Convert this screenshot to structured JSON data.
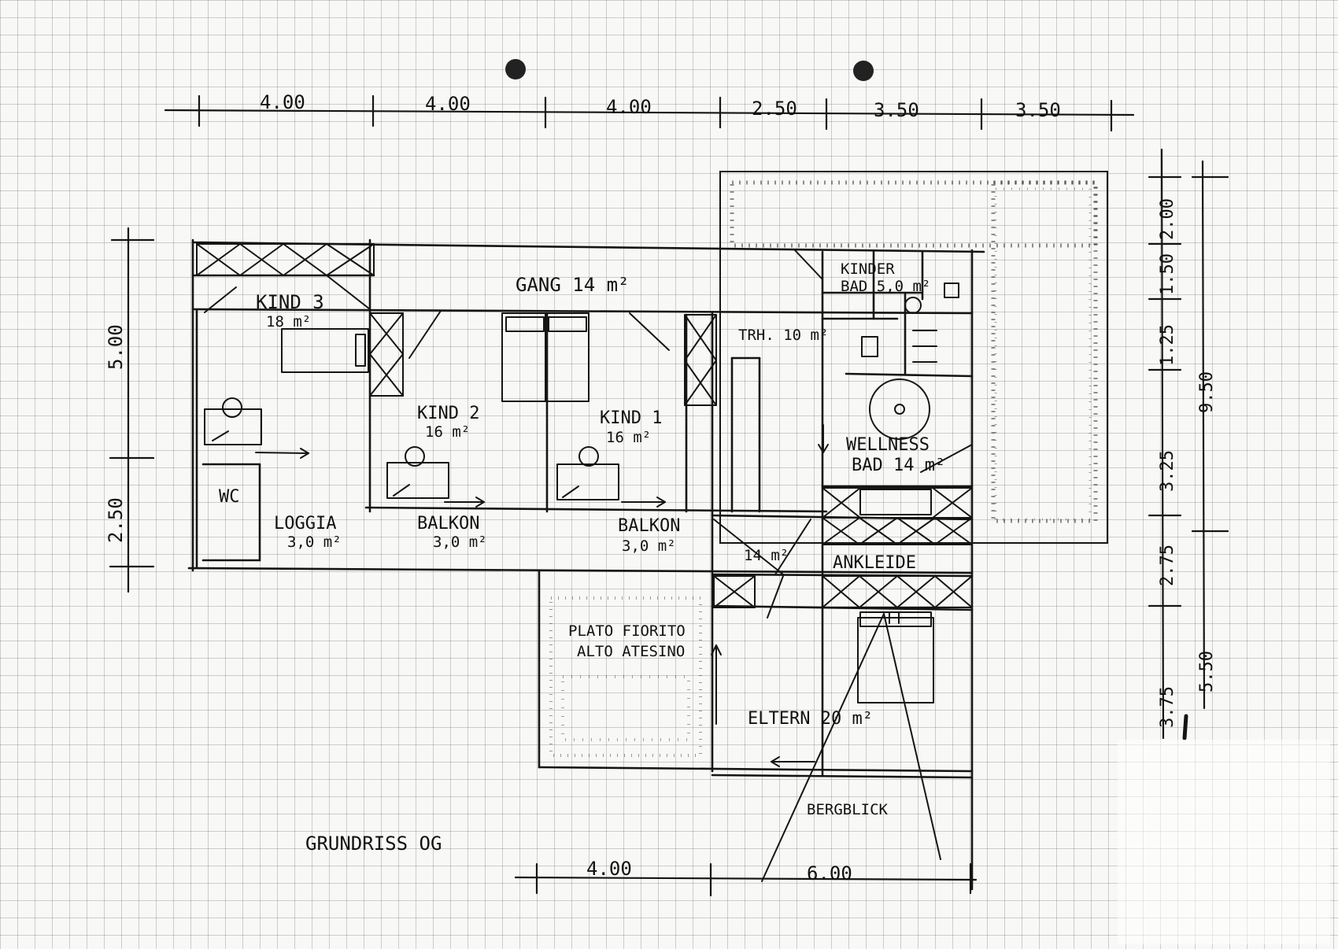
{
  "title": "GRUNDRISS OG",
  "dimensions": {
    "top": [
      "4.00",
      "4.00",
      "4.00",
      "2.50",
      "3.50",
      "3.50"
    ],
    "bottom": [
      "4.00",
      "6.00"
    ],
    "left": [
      "5.00",
      "2.50"
    ],
    "right_inner": [
      "2.00",
      "1.50",
      "1.25",
      "3.25",
      "2.75",
      "3.75"
    ],
    "right_outer": [
      "9.50",
      "5.50"
    ]
  },
  "rooms": {
    "kind3": "KIND 3",
    "kind3_area": "18 m²",
    "gang": "GANG 14 m²",
    "kinderbad": "KINDER",
    "kinderbad_area": "BAD 5,0 m²",
    "trh": "TRH. 10 m²",
    "kind2": "KIND 2",
    "kind2_area": "16 m²",
    "kind1": "KIND 1",
    "kind1_area": "16 m²",
    "wellness": "WELLNESS",
    "wellness_area": "BAD 14 m²",
    "wc": "WC",
    "loggia": "LOGGIA",
    "loggia_area": "3,0 m²",
    "balkon1": "BALKON",
    "balkon1_area": "3,0 m²",
    "balkon2": "BALKON",
    "balkon2_area": "3,0 m²",
    "flur14": "14 m²",
    "ankleide": "ANKLEIDE",
    "plato": "PLATO FIORITO",
    "plato2": "ALTO ATESINO",
    "eltern": "ELTERN 20 m²",
    "bergblick": "BERGBLICK"
  },
  "colors": {
    "ink": "#151515",
    "paper": "#f8f8f6",
    "grid": "#8c8c8c"
  }
}
